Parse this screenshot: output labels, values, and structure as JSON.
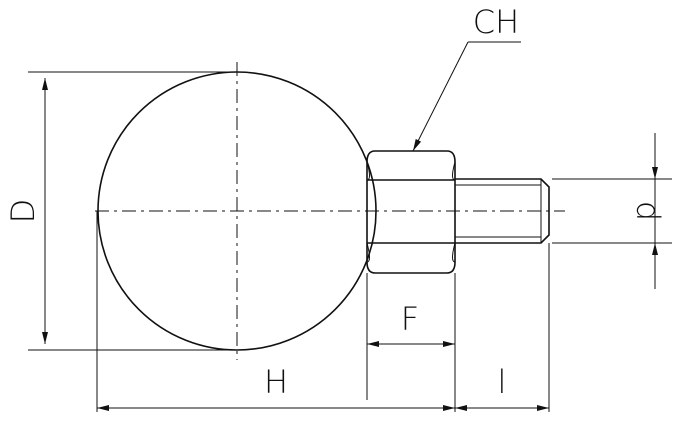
{
  "drawing": {
    "title": "",
    "labels": {
      "diameter_ball": "D",
      "hex_size": "CH",
      "thread_diameter": "d",
      "overall_length": "H",
      "hex_length": "F",
      "thread_length": "l"
    }
  }
}
